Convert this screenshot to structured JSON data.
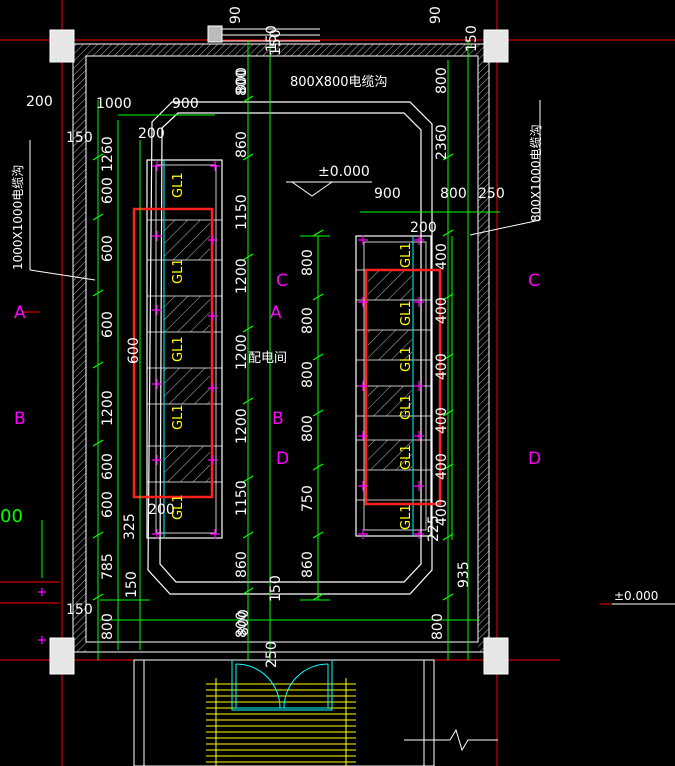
{
  "drawing": {
    "room_label": "配电间",
    "elevation_main": "±0.000",
    "elevation_right": "±0.000",
    "equipment_label": "GL1",
    "trench_top": "800X800电缆沟",
    "trench_left": "1000X1000电缆沟",
    "trench_right": "800X1000电缆沟",
    "axis_labels": [
      "A",
      "A",
      "B",
      "B",
      "C",
      "C",
      "D",
      "D"
    ],
    "left_partial_text": "00",
    "dims_top": [
      "90",
      "90",
      "150",
      "150",
      "800",
      "800"
    ],
    "dims_upper_left": [
      "200",
      "1000",
      "900",
      "150",
      "200"
    ],
    "dims_upper_right": [
      "900",
      "800",
      "250",
      "200",
      "2360"
    ],
    "dims_left_col": [
      "1260",
      "600",
      "600",
      "600",
      "600",
      "1200",
      "600",
      "600",
      "325",
      "200",
      "785",
      "150",
      "150",
      "800"
    ],
    "dims_center_col": [
      "800",
      "860",
      "1150",
      "1200",
      "1200",
      "1200",
      "1150",
      "860",
      "800",
      "150",
      "150",
      "250"
    ],
    "dims_right_inner": [
      "800",
      "800",
      "800",
      "800",
      "750",
      "860",
      "800"
    ],
    "dims_right_col": [
      "400",
      "400",
      "400",
      "400",
      "400",
      "400",
      "225",
      "935",
      "800"
    ]
  },
  "colors": {
    "background": "#000000",
    "wall": "#ffffff",
    "dimension": "#00ff00",
    "axis": "#ff0000",
    "axis_label": "#ff00ff",
    "equipment_text": "#ffff00",
    "cyan": "#00ffff",
    "highlight": "#ff2020",
    "hatch": "#bbbbbb"
  }
}
